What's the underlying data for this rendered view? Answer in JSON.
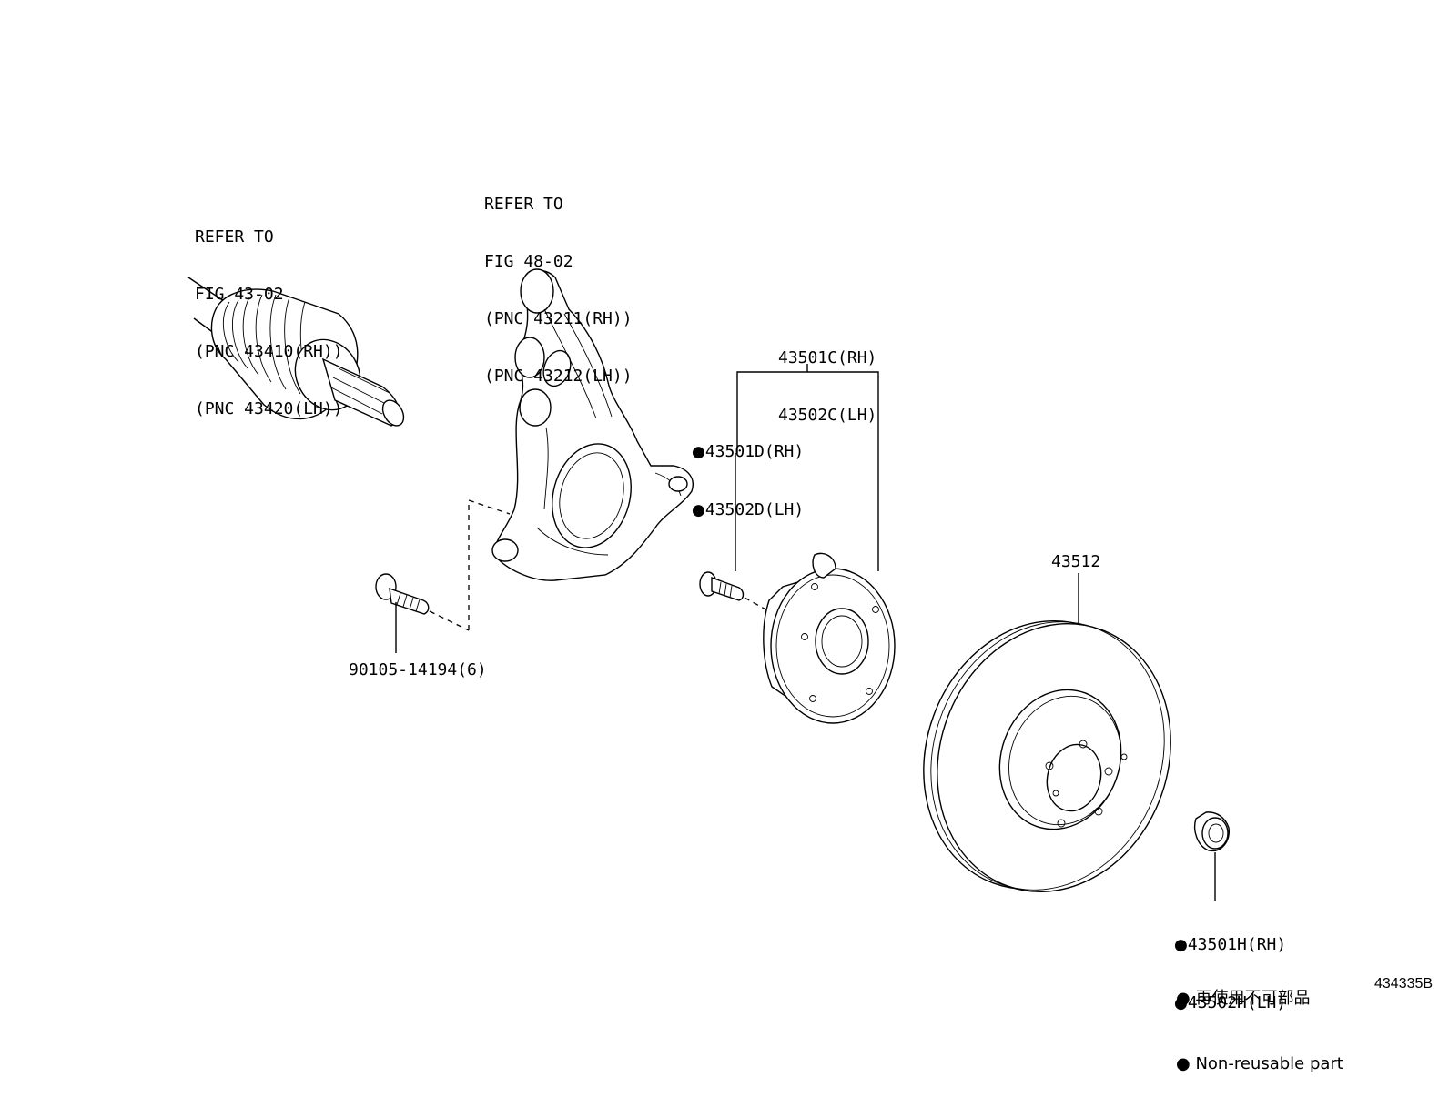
{
  "labels": {
    "driveshaft_ref": [
      "REFER TO",
      "FIG 43-02",
      "(PNC 43410(RH))",
      "(PNC 43420(LH))"
    ],
    "knuckle_ref": [
      "REFER TO",
      "FIG 48-02",
      "(PNC 43211(RH))",
      "(PNC 43212(LH))"
    ],
    "hub_assembly": [
      "43501C(RH)",
      "43502C(LH)"
    ],
    "hub_bolt": [
      "43501D(RH)",
      "43502D(LH)"
    ],
    "knuckle_bolt": "90105-14194(6)",
    "brake_disc": "43512",
    "hub_nut": [
      "43501H(RH)",
      "43502H(LH)"
    ]
  },
  "legend": {
    "jp": "再使用不可部品",
    "en": "Non-reusable part",
    "bullet": "●"
  },
  "figure_number": "434335B"
}
